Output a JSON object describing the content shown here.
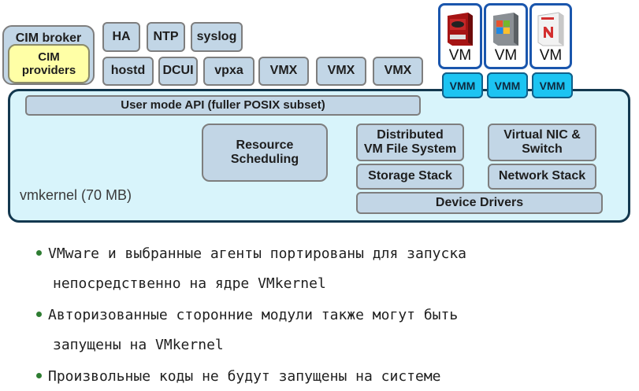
{
  "agents": {
    "cim_broker": "CIM broker",
    "cim_providers": "CIM\nproviders",
    "ha": "HA",
    "ntp": "NTP",
    "syslog": "syslog",
    "hostd": "hostd",
    "dcui": "DCUI",
    "vpxa": "vpxa",
    "vmx": [
      "VMX",
      "VMX",
      "VMX"
    ]
  },
  "vms": [
    {
      "label": "VM",
      "vmm": "VMM",
      "icon": "redhat-box-icon"
    },
    {
      "label": "VM",
      "vmm": "VMM",
      "icon": "windows-box-icon"
    },
    {
      "label": "VM",
      "vmm": "VMM",
      "icon": "novell-box-icon"
    }
  ],
  "kernel": {
    "label": "vmkernel (70 MB)",
    "user_api": "User mode API (fuller POSIX subset)",
    "resource_scheduling": "Resource\nScheduling",
    "dvfs": "Distributed\nVM File System",
    "storage_stack": "Storage Stack",
    "vnic_switch": "Virtual NIC &\nSwitch",
    "network_stack": "Network Stack",
    "device_drivers": "Device Drivers"
  },
  "bullets": [
    {
      "line1": "VMware и выбранные агенты портированы для запуска",
      "line2": "непосредственно на ядре VMkernel"
    },
    {
      "line1": "Авторизованные сторонние модули также могут быть",
      "line2": "запущены на VMkernel"
    },
    {
      "line1": "Произвольные коды не будут запущены на системе",
      "line2": ""
    }
  ],
  "colors": {
    "agent_box": "#c2d6e6",
    "providers": "#ffffa6",
    "kernel_bg": "#d8f4fb",
    "kernel_border": "#13384f",
    "vm_border": "#1a56ad",
    "vmm": "#1cc4f2",
    "bullet": "#2e7d32"
  }
}
